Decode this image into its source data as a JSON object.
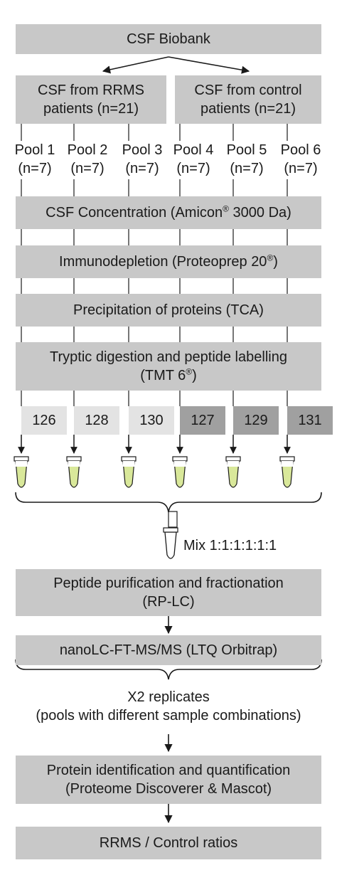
{
  "title": "CSF Biobank",
  "groups": [
    {
      "line1": "CSF from RRMS",
      "line2": "patients (n=21)"
    },
    {
      "line1": "CSF from control",
      "line2": "patients (n=21)"
    }
  ],
  "pools": [
    {
      "name": "Pool 1",
      "n": "(n=7)",
      "tag": "126",
      "tag_color": "#e3e3e3"
    },
    {
      "name": "Pool 2",
      "n": "(n=7)",
      "tag": "128",
      "tag_color": "#e3e3e3"
    },
    {
      "name": "Pool 3",
      "n": "(n=7)",
      "tag": "130",
      "tag_color": "#e3e3e3"
    },
    {
      "name": "Pool 4",
      "n": "(n=7)",
      "tag": "127",
      "tag_color": "#a0a0a0"
    },
    {
      "name": "Pool 5",
      "n": "(n=7)",
      "tag": "129",
      "tag_color": "#a0a0a0"
    },
    {
      "name": "Pool 6",
      "n": "(n=7)",
      "tag": "131",
      "tag_color": "#a0a0a0"
    }
  ],
  "steps": {
    "concentration": {
      "text": "CSF Concentration (Amicon",
      "sup": "®",
      "text2": " 3000 Da)"
    },
    "immunodepletion": {
      "text": "Immunodepletion (Proteoprep 20",
      "sup": "®",
      "text2": ")"
    },
    "precipitation": {
      "text": "Precipitation of proteins (TCA)"
    },
    "digestion": {
      "line1": "Tryptic digestion and peptide labelling",
      "line2": "(TMT 6",
      "sup": "®",
      "line2_end": ")"
    },
    "mix": {
      "text": "Mix 1:1:1:1:1:1"
    },
    "purification": {
      "line1": "Peptide purification and fractionation",
      "line2": "(RP-LC)"
    },
    "nanolc": {
      "text": "nanoLC-FT-MS/MS (LTQ Orbitrap)"
    },
    "replicates": {
      "line1": "X2 replicates",
      "line2": "(pools with different sample combinations)"
    },
    "identification": {
      "line1": "Protein identification and quantification",
      "line2": "(Proteome Discoverer & Mascot)"
    },
    "ratios": {
      "text": "RRMS / Control ratios"
    }
  },
  "colors": {
    "box": "#c8c8c8",
    "tube_liquid": "#d9e89a",
    "line": "#1a1a1a"
  }
}
